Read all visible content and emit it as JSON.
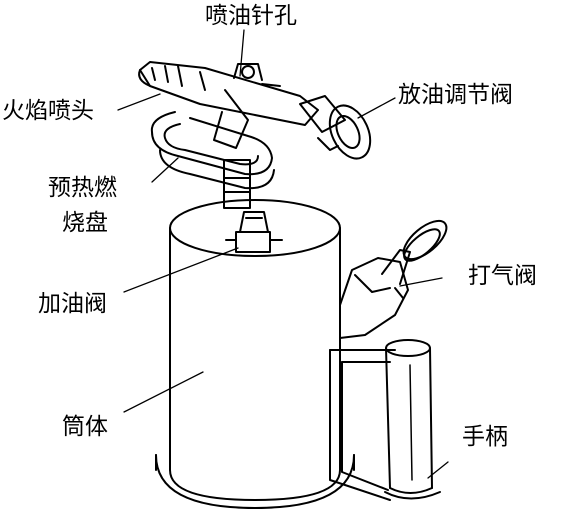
{
  "labels": {
    "nozzle_hole": "喷油针孔",
    "flame_nozzle": "火焰喷头",
    "oil_adjust_valve": "放油调节阀",
    "preheat_line1": "预热燃",
    "preheat_line2": "烧盘",
    "fill_valve": "加油阀",
    "pump_valve": "打气阀",
    "cylinder": "筒体",
    "handle": "手柄"
  },
  "colors": {
    "line": "#000000",
    "background": "#ffffff"
  }
}
